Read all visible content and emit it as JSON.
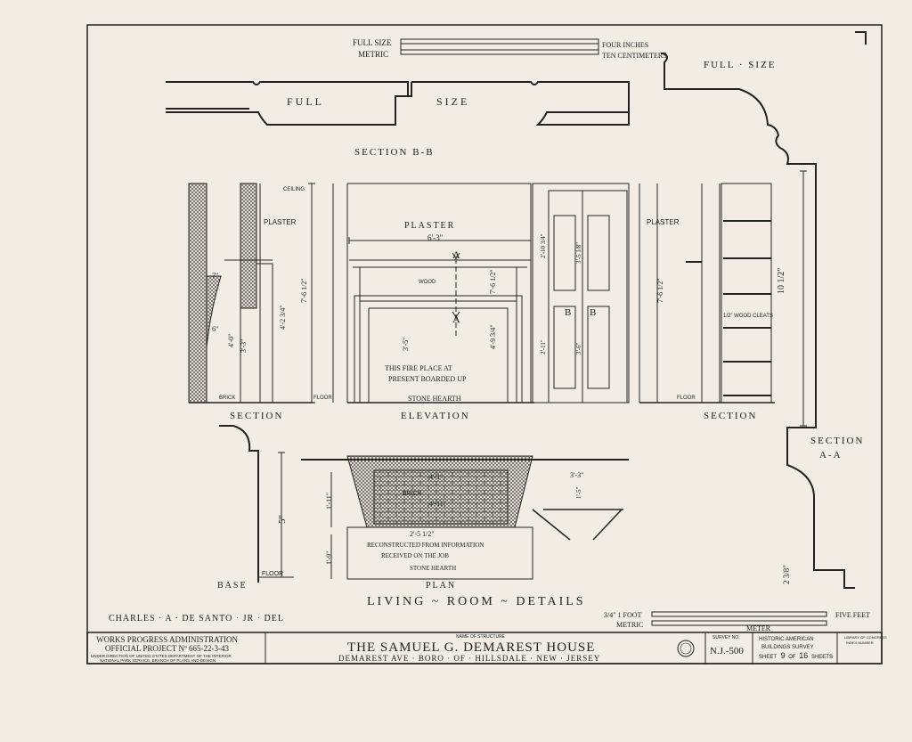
{
  "scales": {
    "full_size": "FULL SIZE",
    "metric": "METRIC",
    "four_inches": "FOUR INCHES",
    "ten_cm": "TEN CENTIMETERS"
  },
  "labels": {
    "full_size_top": "FULL",
    "size_top": "SIZE",
    "full_size_right": "FULL · SIZE",
    "section_bb": "SECTION B-B",
    "section_left": "SECTION",
    "elevation": "ELEVATION",
    "section_right": "SECTION",
    "section_aa_1": "SECTION",
    "section_aa_2": "A-A",
    "base": "BASE",
    "plan": "PLAN",
    "main_title": "LIVING ~ ROOM ~ DETAILS",
    "delineator": "CHARLES · A · DE SANTO · JR · DEL",
    "plaster_left": "PLASTER",
    "plaster_center": "PLASTER",
    "plaster_right": "PLASTER",
    "ceiling": "CEILING",
    "floor_left": "FLOOR",
    "floor_right": "FLOOR",
    "floor_base": "FLOOR",
    "brick_left": "BRICK",
    "brick_plan": "BRICK",
    "wood": "WOOD",
    "wood_cleats": "1/2\" WOOD CLEATS",
    "fireplace_note_1": "THIS FIRE PLACE AT",
    "fireplace_note_2": "PRESENT BOARDED UP",
    "stone_hearth": "STONE HEARTH",
    "plan_note_1": "RECONSTRUCTED FROM INFORMATION",
    "plan_note_2": "RECEIVED ON THE JOB",
    "plan_note_3": "STONE HEARTH",
    "mark_a_top": "A",
    "mark_a_bottom": "A",
    "mark_b_left": "B",
    "mark_b_right": "B"
  },
  "dimensions": {
    "d_6_3": "6'-3\"",
    "d_7_6h": "7'-6 1/2\"",
    "d_4_2": "4'-2 3/4\"",
    "d_3_5": "3'-5\"",
    "d_4_9": "4'-9 3/4\"",
    "d_7_6b": "7'-6 1/2\"",
    "d_4_0": "4'-0\"",
    "d_3_3": "3'-3\"",
    "d_2_10": "2'-10 3/4\"",
    "d_3_5b": "3'-5 1/8\"",
    "d_2_11": "2'-11\"",
    "d_3_6": "3'-6\"",
    "d_7_6r": "7'-6 1/2\"",
    "d_10_half": "10 1/2\"",
    "d_5": "5\"",
    "d_1_11": "1'-11\"",
    "d_1_9": "1'-9\"",
    "d_2_5": "2'-5 1/2\"",
    "d_4_1": "4'-1\"",
    "d_4_11": "4'-11\"",
    "d_3_3p": "3'-3\"",
    "d_1_5": "1'-5\"",
    "d_7": "7\"",
    "d_6": "6\"",
    "d_2_8": "2 3/8\""
  },
  "bottom_scale": {
    "foot": "3/4\" 1 FOOT",
    "metric": "METRIC",
    "meter": "METER",
    "five_feet": "FIVE FEET"
  },
  "title_block": {
    "agency_1": "WORKS PROGRESS ADMINISTRATION",
    "agency_2": "OFFICIAL PROJECT Nº 665-22-3-43",
    "agency_3": "UNDER DIRECTION OF UNITED STATES DEPARTMENT OF THE INTERIOR",
    "agency_4": "NATIONAL PARK SERVICE, BRANCH OF PLANS AND DESIGN",
    "name_caption": "NAME OF STRUCTURE",
    "structure": "THE SAMUEL G. DEMAREST HOUSE",
    "location": "DEMAREST AVE · BORO · OF · HILLSDALE · NEW · JERSEY",
    "survey_caption": "SURVEY NO.",
    "survey_no": "N.J.-500",
    "habs_1": "HISTORIC AMERICAN",
    "habs_2": "BUILDINGS SURVEY",
    "sheet_word": "SHEET",
    "sheet_no": "9",
    "sheet_of": "OF",
    "sheet_total": "16",
    "sheets_word": "SHEETS",
    "loc_1": "LIBRARY OF CONGRESS",
    "loc_2": "INDEX NUMBER"
  }
}
